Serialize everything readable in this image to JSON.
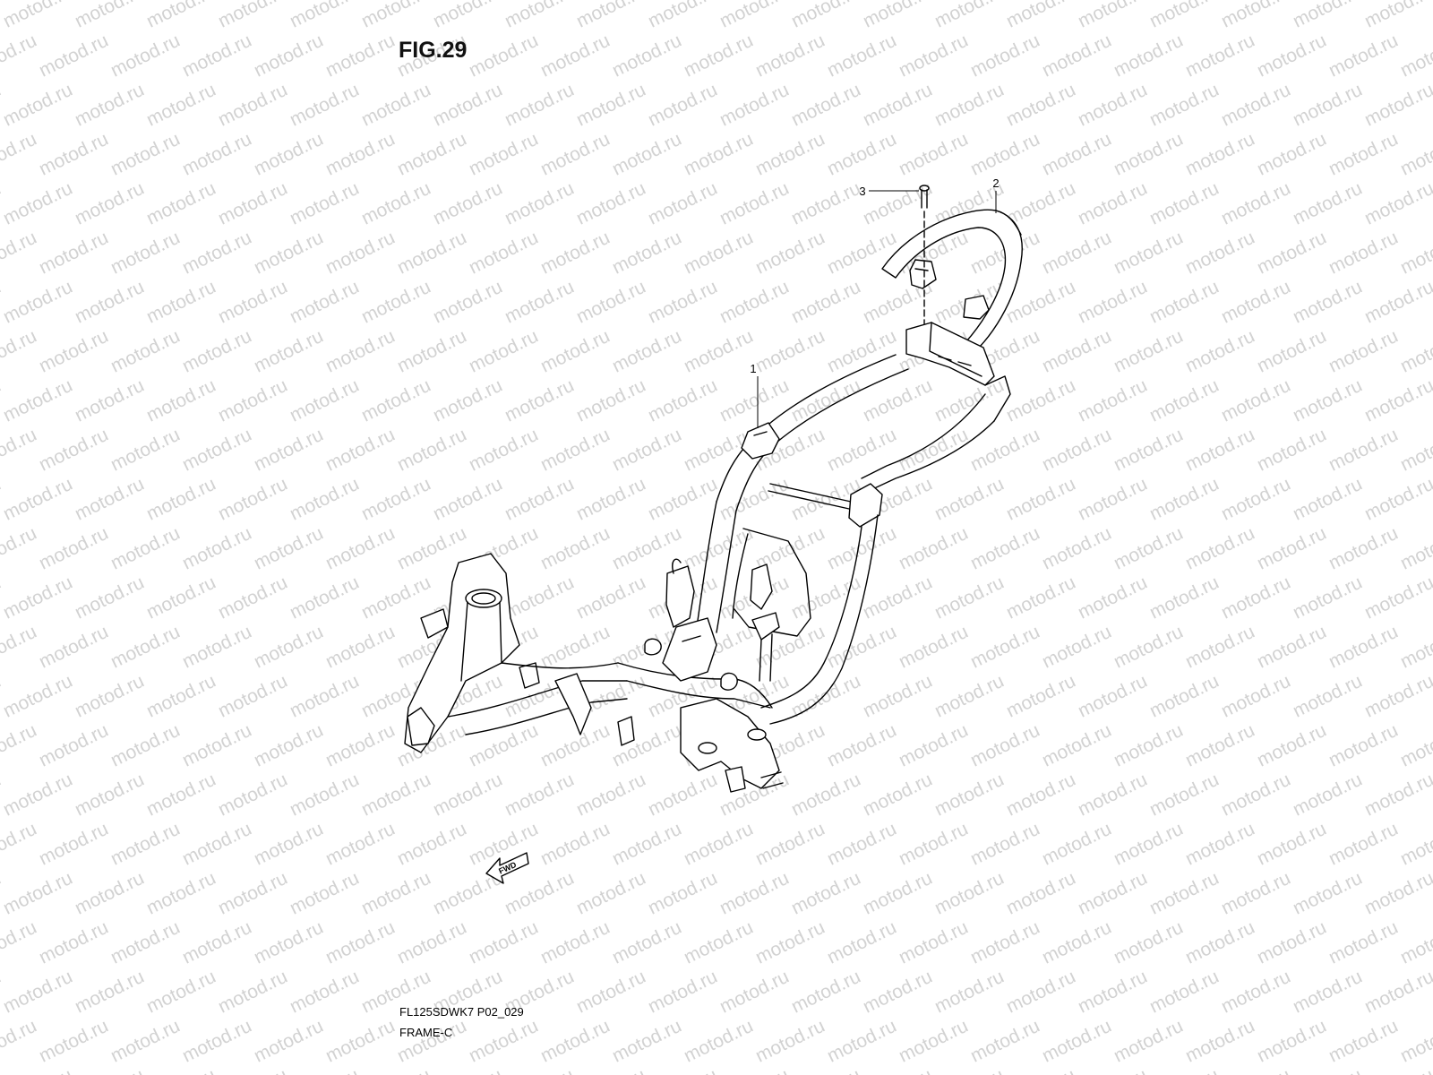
{
  "figure": {
    "title": "FIG.29",
    "code": "FL125SDWK7 P02_029",
    "name": "FRAME-C"
  },
  "watermark": {
    "text": "motod.ru"
  },
  "callouts": [
    {
      "number": "1",
      "part": "frame"
    },
    {
      "number": "2",
      "part": "grab-rail"
    },
    {
      "number": "3",
      "part": "bolt"
    }
  ],
  "direction_arrow": {
    "label": "FWD"
  }
}
